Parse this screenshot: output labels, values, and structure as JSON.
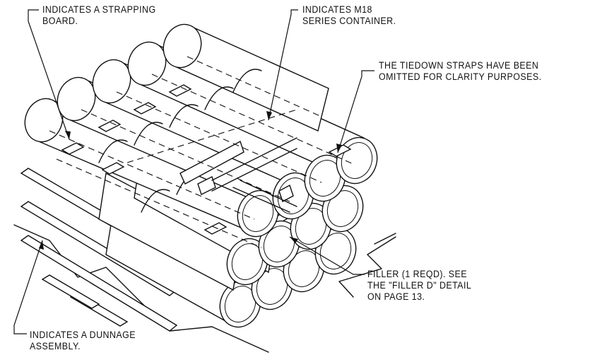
{
  "callouts": {
    "strapping_board": {
      "line1": "INDICATES A STRAPPING",
      "line2": "BOARD."
    },
    "m18_container": {
      "line1": "INDICATES M18",
      "line2": "SERIES CONTAINER."
    },
    "tiedown_note": {
      "line1": "THE TIEDOWN STRAPS HAVE BEEN",
      "line2": "OMITTED FOR CLARITY PURPOSES."
    },
    "filler": {
      "line1": "FILLER (1 REQD). SEE",
      "line2": "THE \"FILLER D\" DETAIL",
      "line3": "ON PAGE 13."
    },
    "dunnage": {
      "line1": "INDICATES A DUNNAGE",
      "line2": "ASSEMBLY."
    }
  }
}
